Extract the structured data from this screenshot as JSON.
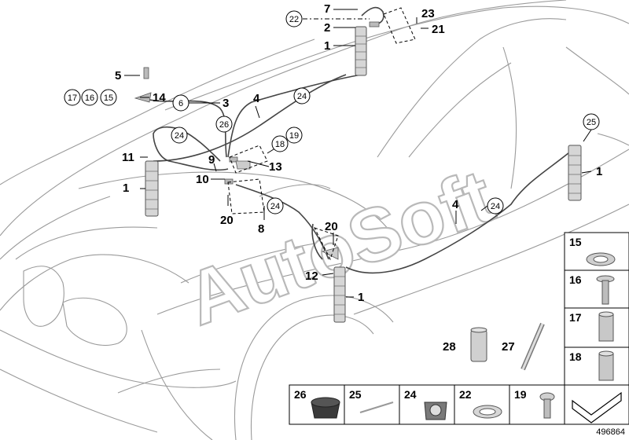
{
  "watermark": "AutoSoft",
  "image_number": "496864",
  "callouts": {
    "c1_top": "1",
    "c1_left": "1",
    "c1_center": "1",
    "c1_right": "1",
    "c2": "2",
    "c3": "3",
    "c4_top": "4",
    "c4_right": "4",
    "c5": "5",
    "c6": "6",
    "c7": "7",
    "c8": "8",
    "c9": "9",
    "c10": "10",
    "c11": "11",
    "c12": "12",
    "c13": "13",
    "c14": "14",
    "c15": "15",
    "c16": "16",
    "c17": "17",
    "c18": "18",
    "c19": "19",
    "c20_left": "20",
    "c20_center": "20",
    "c21": "21",
    "c22": "22",
    "c23": "23",
    "c24_a": "24",
    "c24_b": "24",
    "c24_c": "24",
    "c24_d": "24",
    "c25": "25",
    "c26": "26"
  },
  "side_panel": [
    "15",
    "16",
    "17",
    "18"
  ],
  "bottom_panel": [
    "26",
    "25",
    "24",
    "22",
    "19"
  ],
  "extra_parts": [
    "28",
    "27"
  ]
}
